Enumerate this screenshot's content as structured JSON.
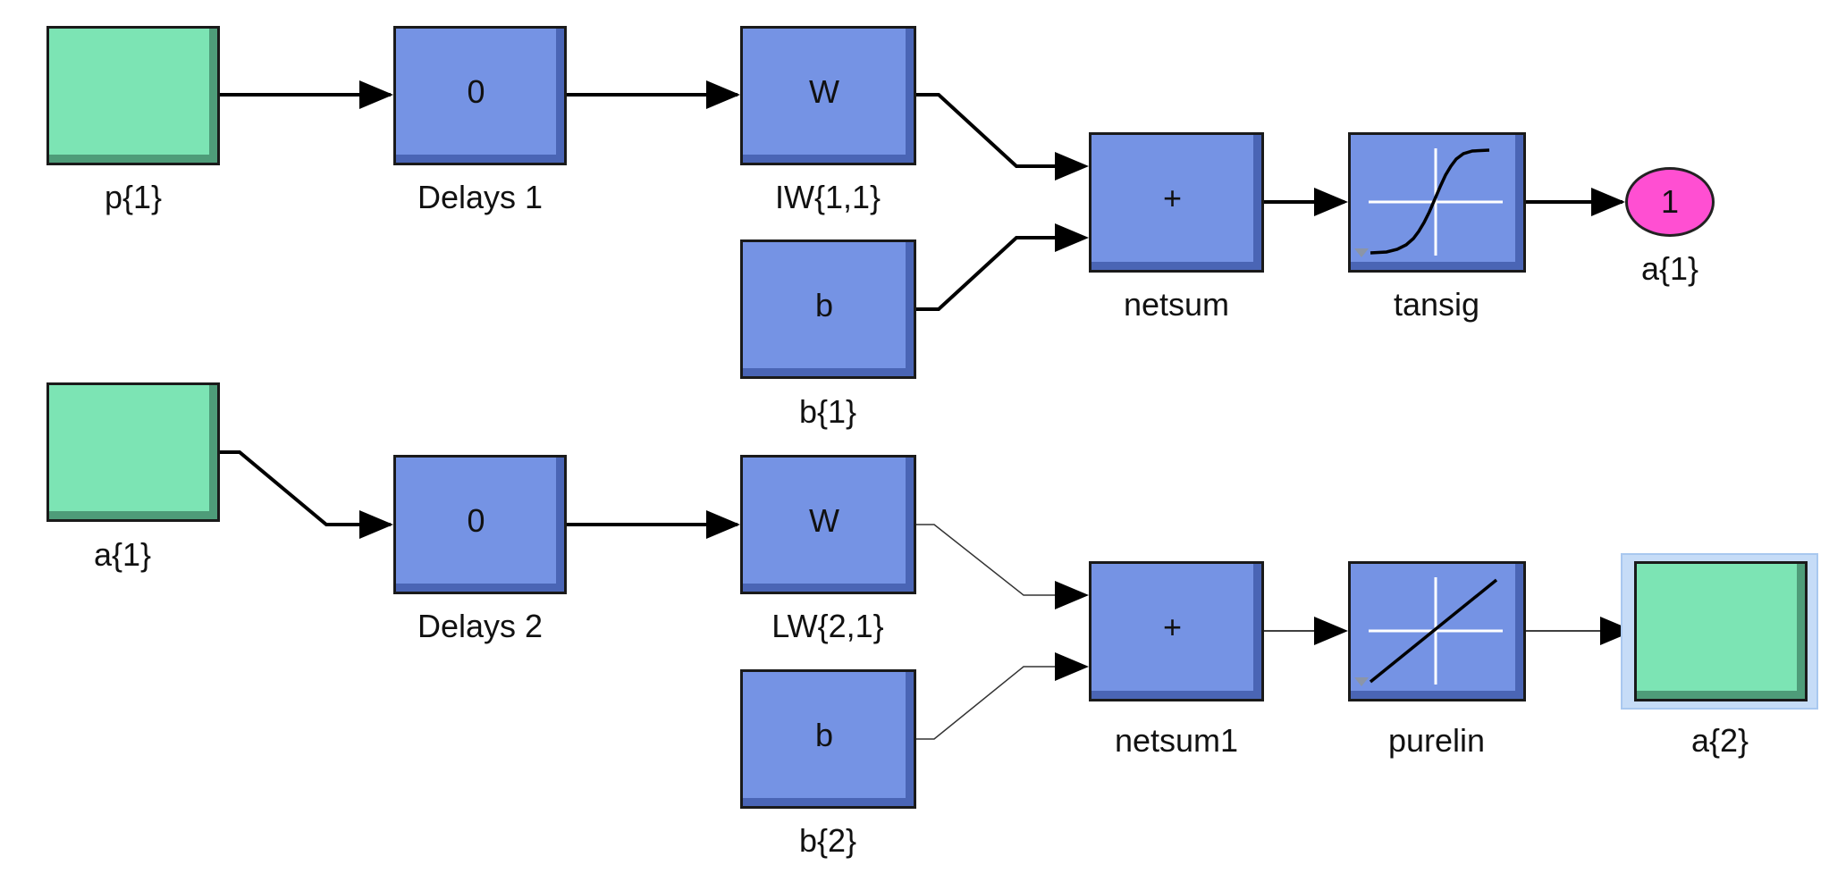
{
  "colors": {
    "source_block": "#7ce4b4",
    "function_block": "#7593e4",
    "outport": "#ff4fd2",
    "selection": "#c6dcf7"
  },
  "blocks": {
    "p1": {
      "label": "p{1}"
    },
    "delays1": {
      "text": "0",
      "label": "Delays 1"
    },
    "iw11": {
      "text": "W",
      "label": "IW{1,1}"
    },
    "b1": {
      "text": "b",
      "label": "b{1}"
    },
    "netsum": {
      "text": "+",
      "label": "netsum"
    },
    "tansig": {
      "label": "tansig",
      "icon": "tansig-curve-icon"
    },
    "out1": {
      "text": "1",
      "label": "a{1}"
    },
    "a1": {
      "label": "a{1}"
    },
    "delays2": {
      "text": "0",
      "label": "Delays 2"
    },
    "lw21": {
      "text": "W",
      "label": "LW{2,1}"
    },
    "b2": {
      "text": "b",
      "label": "b{2}"
    },
    "netsum1": {
      "text": "+",
      "label": "netsum1"
    },
    "purelin": {
      "label": "purelin",
      "icon": "purelin-line-icon"
    },
    "a2": {
      "label": "a{2}"
    }
  }
}
